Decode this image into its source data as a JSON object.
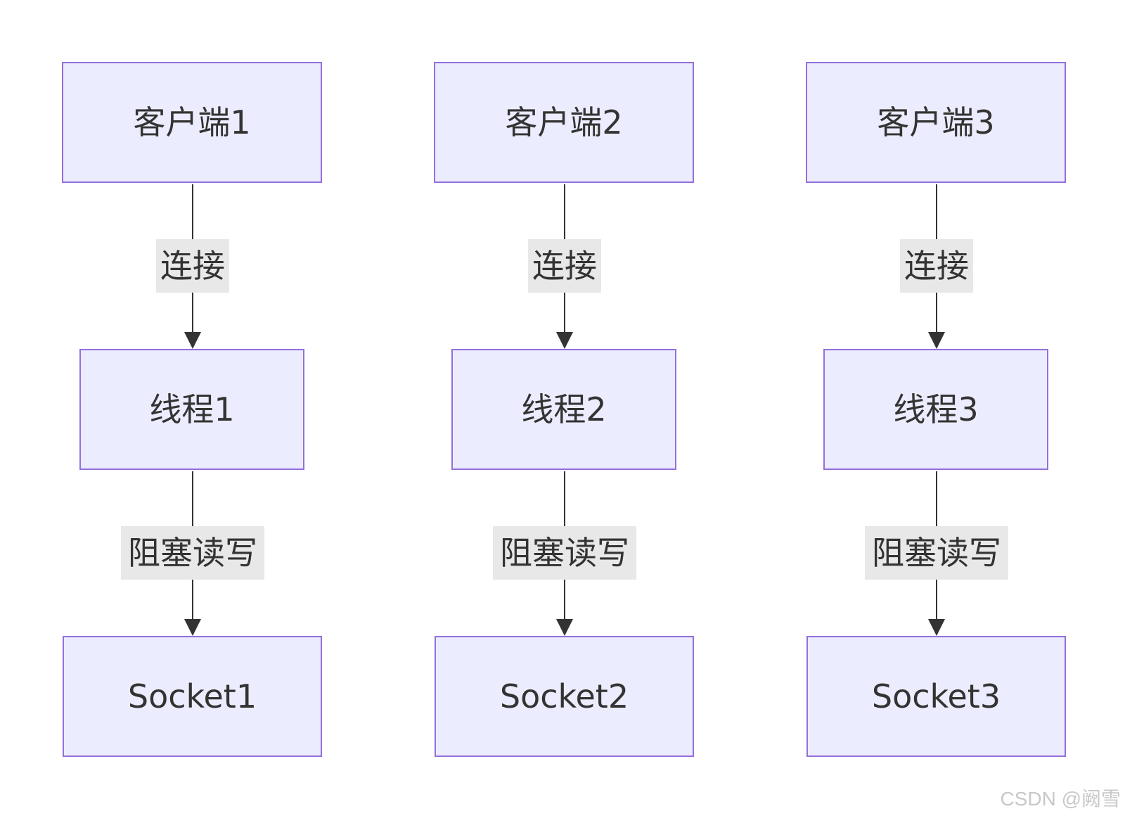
{
  "diagram": {
    "lanes": [
      {
        "client": "客户端1",
        "edge1": "连接",
        "thread": "线程1",
        "edge2": "阻塞读写",
        "socket": "Socket1"
      },
      {
        "client": "客户端2",
        "edge1": "连接",
        "thread": "线程2",
        "edge2": "阻塞读写",
        "socket": "Socket2"
      },
      {
        "client": "客户端3",
        "edge1": "连接",
        "thread": "线程3",
        "edge2": "阻塞读写",
        "socket": "Socket3"
      }
    ]
  },
  "watermark": "CSDN @阙雪",
  "colors": {
    "node_fill": "#ececff",
    "node_border": "#9370db",
    "edge": "#333333",
    "label_bg": "#e8e8e8",
    "text": "#333333"
  }
}
